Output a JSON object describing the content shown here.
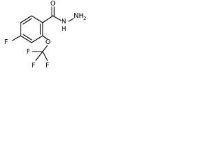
{
  "structure": {
    "atoms": {
      "fluorine_ring": "F",
      "carbonyl_oxygen": "O",
      "hydrazide_nh": "N",
      "hydrazide_nh_h": "H",
      "hydrazide_nh2": "NH",
      "hydrazide_nh2_sub": "2",
      "ether_oxygen": "O",
      "cf3_f_left": "F",
      "cf3_f_bottom_left": "F",
      "cf3_f_bottom_right": "F"
    }
  }
}
